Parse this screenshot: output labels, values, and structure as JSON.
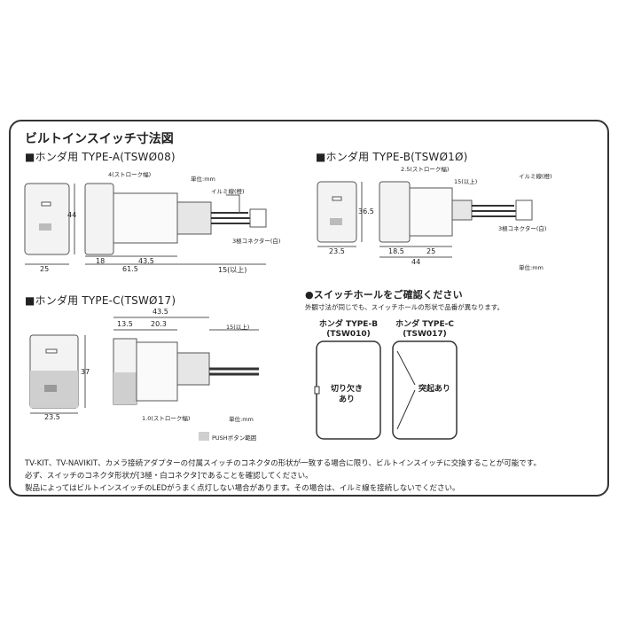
{
  "title": "ビルトインスイッチ寸法図",
  "type_a": {
    "heading": "■ホンダ用 TYPE-A(TSWØ08)",
    "stroke": "4(ストローク幅)",
    "unit": "単位:mm",
    "illumi": "イルミ線(橙)",
    "height": "44",
    "connector": "3極コネクター(白)",
    "dim_25": "25",
    "dim_18": "18",
    "dim_43_5": "43.5",
    "dim_61_5": "61.5",
    "dim_15": "15(以上)"
  },
  "type_b": {
    "heading": "■ホンダ用 TYPE-B(TSWØ1Ø)",
    "stroke": "2.5(ストローク幅)",
    "illumi": "イルミ線(橙)",
    "dim_15": "15(以上)",
    "height": "36.5",
    "connector": "3極コネクター(白)",
    "dim_23_5": "23.5",
    "dim_18_5": "18.5",
    "dim_25": "25",
    "dim_44": "44",
    "unit": "単位:mm"
  },
  "type_c": {
    "heading": "■ホンダ用 TYPE-C(TSWØ17)",
    "dim_43_5": "43.5",
    "dim_13_5": "13.5",
    "dim_20_3": "20.3",
    "dim_15": "15(以上)",
    "height": "37",
    "dim_23_5": "23.5",
    "stroke": "1.0(ストローク幅)",
    "unit": "単位:mm",
    "push_legend": "PUSHボタン範囲"
  },
  "switch_hole": {
    "heading": "●スイッチホールをご確認ください",
    "sub": "外観寸法が同じでも、スイッチホールの形状で品番が異なります。",
    "b_title_1": "ホンダ TYPE-B",
    "b_title_2": "(TSW010)",
    "c_title_1": "ホンダ TYPE-C",
    "c_title_2": "(TSW017)",
    "b_callout_1": "切り欠き",
    "b_callout_2": "あり",
    "c_callout": "突起あり"
  },
  "notes": [
    "TV-KIT、TV-NAVIKIT、カメラ接続アダプターの付属スイッチのコネクタの形状が一致する場合に限り、ビルトインスイッチに交換することが可能です。",
    "必ず、スイッチのコネクタ形状が[3極・白コネクタ]であることを確認してください。",
    "製品によってはビルトインスイッチのLEDがうまく点灯しない場合があります。その場合は、イルミ線を接続しないでください。"
  ],
  "colors": {
    "border": "#333333",
    "push_range": "#cfcfcf",
    "line": "#555555"
  }
}
